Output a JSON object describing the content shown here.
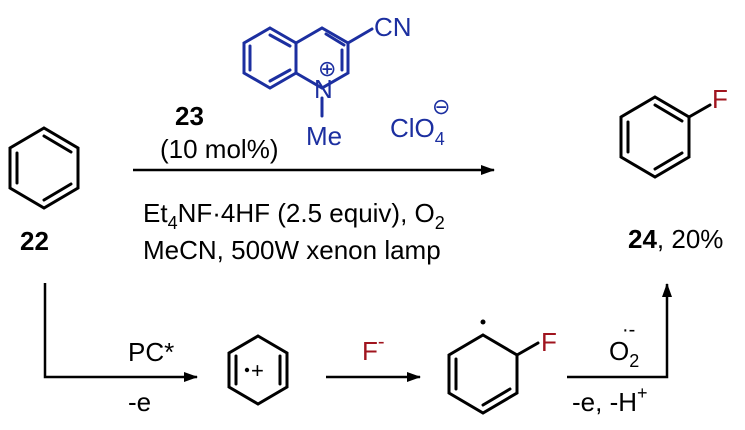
{
  "catalyst": {
    "id": "23",
    "loading": "(10 mol%)",
    "cn": "CN",
    "n": "N",
    "me": "Me",
    "plus": "⊕",
    "minus": "⊖",
    "counterion": "ClO",
    "counterion_sub": "4"
  },
  "conditions": {
    "reagent_pre": "Et",
    "reagent_sub": "4",
    "reagent_post": "NF·4HF (2.5 equiv), O",
    "reagent_sub2": "2",
    "line2": "MeCN, 500W xenon lamp"
  },
  "reactant": {
    "id": "22"
  },
  "product": {
    "id": "24",
    "yield": ", 20%",
    "f": "F"
  },
  "mechanism": {
    "pc": "PC*",
    "minus_e": "-e",
    "radical_cation": "+",
    "fluoride": "F",
    "fluoride_charge": "-",
    "intermediate_f": "F",
    "o2": "O",
    "o2_sub": "2",
    "o2_charge": "·-",
    "final_step": "-e, -H",
    "final_step_sup": "+"
  },
  "colors": {
    "blue": "#1c2fa0",
    "red": "#a0141e",
    "black": "#000000"
  }
}
